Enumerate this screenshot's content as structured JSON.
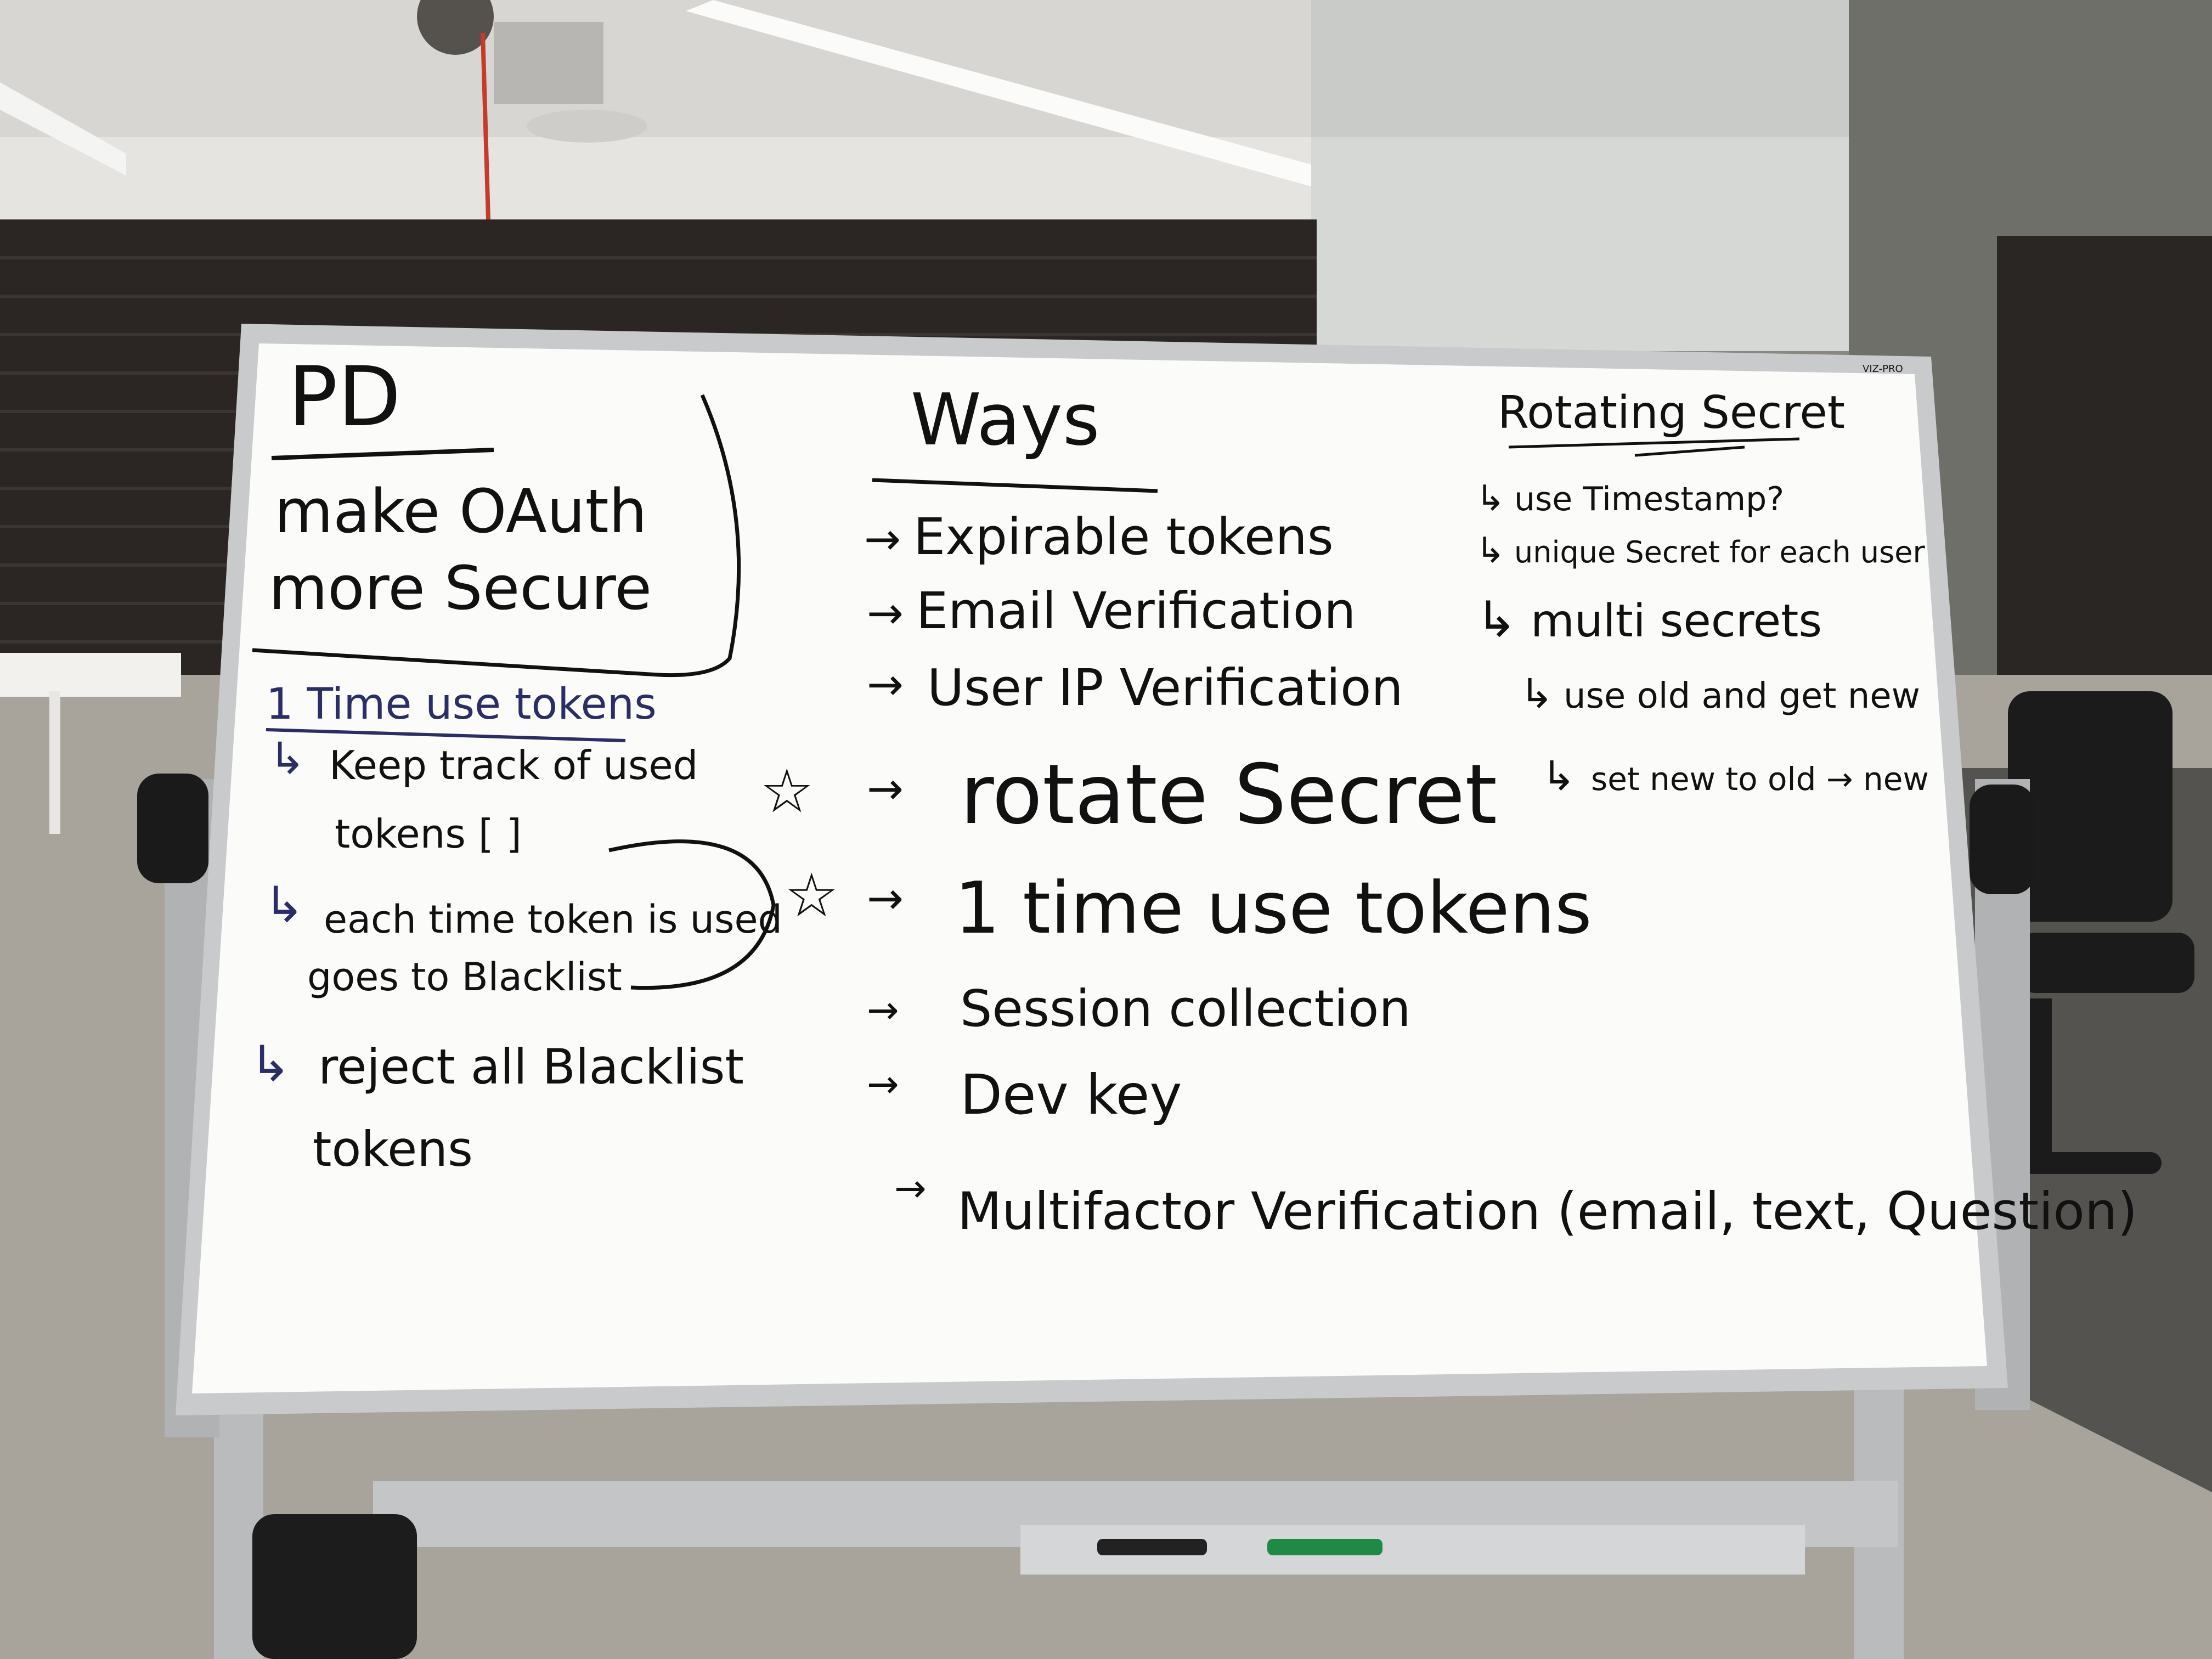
{
  "scene": {
    "description_label": "",
    "colors": {
      "wall": "#e4e2de",
      "ceiling": "#d9d7d3",
      "blinds": "#2a2522",
      "floor": "#a7a39b",
      "board": "#fbfbfa",
      "frame": "#c9cbcc",
      "ink_black": "#111111",
      "ink_blue": "#2b2d66",
      "marker_green": "#1f8a45"
    },
    "brand": "VIZ-PRO"
  },
  "board": {
    "left_panel": {
      "heading": "PD",
      "title_line1": "make OAuth",
      "title_line2": "more Secure",
      "subheading": "1 Time use tokens",
      "item1_line1": "Keep track of used",
      "item1_line2": "tokens [ ]",
      "item2_line1": "each time token is used",
      "item2_line2": "goes to Blacklist",
      "item3_line1": "reject all Blacklist",
      "item3_line2": "tokens"
    },
    "ways": {
      "heading": "Ways",
      "items": [
        "Expirable tokens",
        "Email Verification",
        "User IP Verification",
        "rotate Secret",
        "1 time use tokens",
        "Session collection",
        "Dev key",
        "Multifactor Verification (email, text, Question)"
      ],
      "arrow": "→",
      "star": "☆"
    },
    "rotating": {
      "heading": "Rotating Secret",
      "items": [
        "use Timestamp?",
        "unique Secret for each user",
        "multi secrets",
        "use old and get new",
        "set new to old → new"
      ],
      "hook": "↳"
    }
  }
}
